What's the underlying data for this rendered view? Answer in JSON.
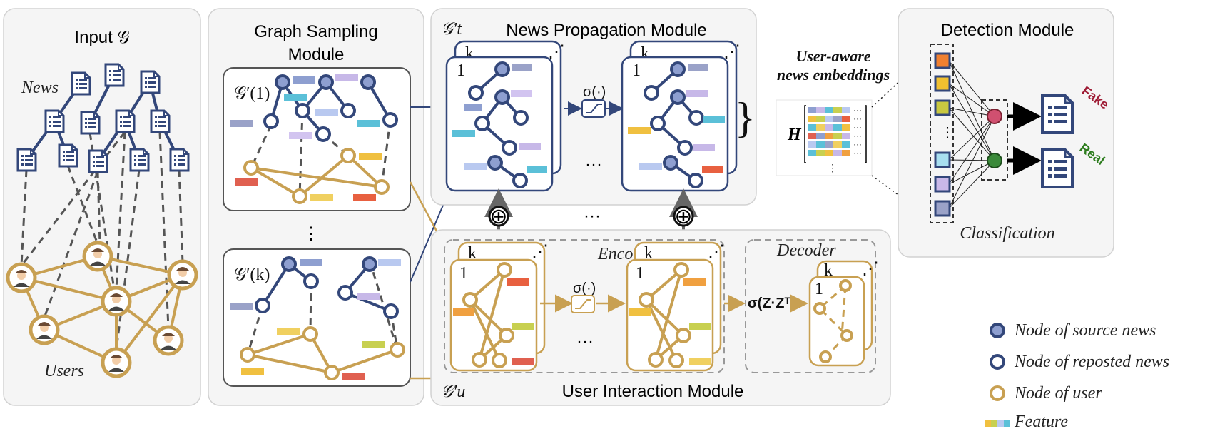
{
  "input_panel": {
    "title": "Input 𝒢",
    "news_label": "News",
    "users_label": "Users"
  },
  "sampling_panel": {
    "title_line1": "Graph Sampling",
    "title_line2": "Module",
    "subgraph_1": "𝒢′(1)",
    "subgraph_k": "𝒢′(k)",
    "ellipsis": "⋮"
  },
  "propagation_panel": {
    "title": "News Propagation Module",
    "graph_label": "𝒢′t",
    "stack_top": "k",
    "stack_front": "1",
    "activation": "σ(·)",
    "ellipsis": "···"
  },
  "interaction_panel": {
    "title": "User Interaction Module",
    "graph_label": "𝒢′u",
    "encoder": "Encoder",
    "decoder": "Decoder",
    "stack_top": "k",
    "stack_front": "1",
    "activation": "σ(·)",
    "decoder_fn": "σ(Z·Zᵀ)",
    "ellipsis": "···"
  },
  "fusion": {
    "plus": "⊕",
    "ellipsis": "···"
  },
  "embeddings": {
    "title_line1": "User-aware",
    "title_line2": "news embeddings",
    "matrix_symbol": "H"
  },
  "detection_panel": {
    "title": "Detection Module",
    "caption": "Classification",
    "fake_label": "Fake",
    "real_label": "Real",
    "fake_color": "#9e1b34",
    "real_color": "#2e7d1f"
  },
  "legend": {
    "items": [
      {
        "label": "Node of source news"
      },
      {
        "label": "Node of reposted news"
      },
      {
        "label": "Node of user"
      },
      {
        "label": "Feature"
      }
    ]
  },
  "colors": {
    "news": "#33477a",
    "user": "#c8a052",
    "source_fill": "#8e9fd0"
  }
}
